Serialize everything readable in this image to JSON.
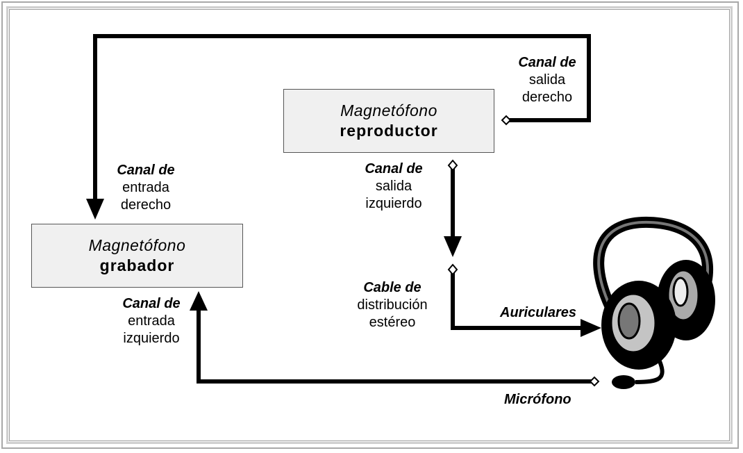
{
  "colors": {
    "line": "#000000",
    "box_fill": "#f0f0f0",
    "frame": "#a8a8a8"
  },
  "player": {
    "line1": "Magnetófono",
    "line2": "reproductor"
  },
  "recorder": {
    "line1": "Magnetófono",
    "line2": "grabador"
  },
  "labels": {
    "out_right": {
      "bold": "Canal de",
      "l2": "salida",
      "l3": "derecho"
    },
    "in_right": {
      "bold": "Canal de",
      "l2": "entrada",
      "l3": "derecho"
    },
    "out_left": {
      "bold": "Canal de",
      "l2": "salida",
      "l3": "izquierdo"
    },
    "cable": {
      "bold": "Cable de",
      "l2": "distribución",
      "l3": "estéreo"
    },
    "in_left": {
      "bold": "Canal de",
      "l2": "entrada",
      "l3": "izquierdo"
    },
    "headphones": "Auriculares",
    "microphone": "Micrófono"
  },
  "icons": {
    "headset": "headset-with-microphone-icon"
  }
}
